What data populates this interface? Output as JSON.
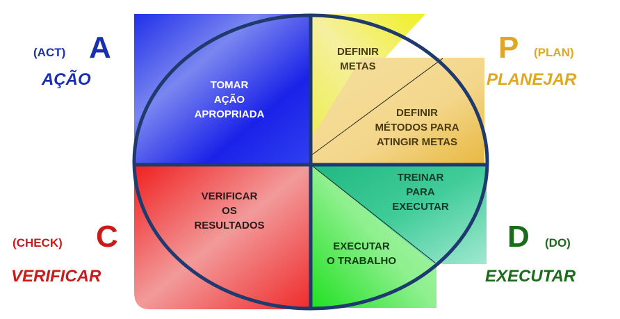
{
  "colors": {
    "act": "#1a2fb0",
    "plan": "#e0a820",
    "check": "#cc1a1a",
    "do": "#1a6b1a",
    "ring": "#1f3a6e"
  },
  "act": {
    "code": "(ACT)",
    "letter": "A",
    "word": "AÇÃO",
    "inner": [
      "TOMAR",
      "AÇÃO",
      "APROPRIADA"
    ]
  },
  "plan": {
    "code": "(PLAN)",
    "letter": "P",
    "word": "PLANEJAR",
    "inner1": [
      "DEFINIR",
      "METAS"
    ],
    "inner2": [
      "DEFINIR",
      "MÉTODOS PARA",
      "ATINGIR METAS"
    ]
  },
  "check": {
    "code": "(CHECK)",
    "letter": "C",
    "word": "VERIFICAR",
    "inner": [
      "VERIFICAR",
      "OS",
      "RESULTADOS"
    ]
  },
  "do": {
    "code": "(DO)",
    "letter": "D",
    "word": "EXECUTAR",
    "inner1": [
      "TREINAR",
      "PARA",
      "EXECUTAR"
    ],
    "inner2": [
      "EXECUTAR",
      "O TRABALHO"
    ]
  }
}
